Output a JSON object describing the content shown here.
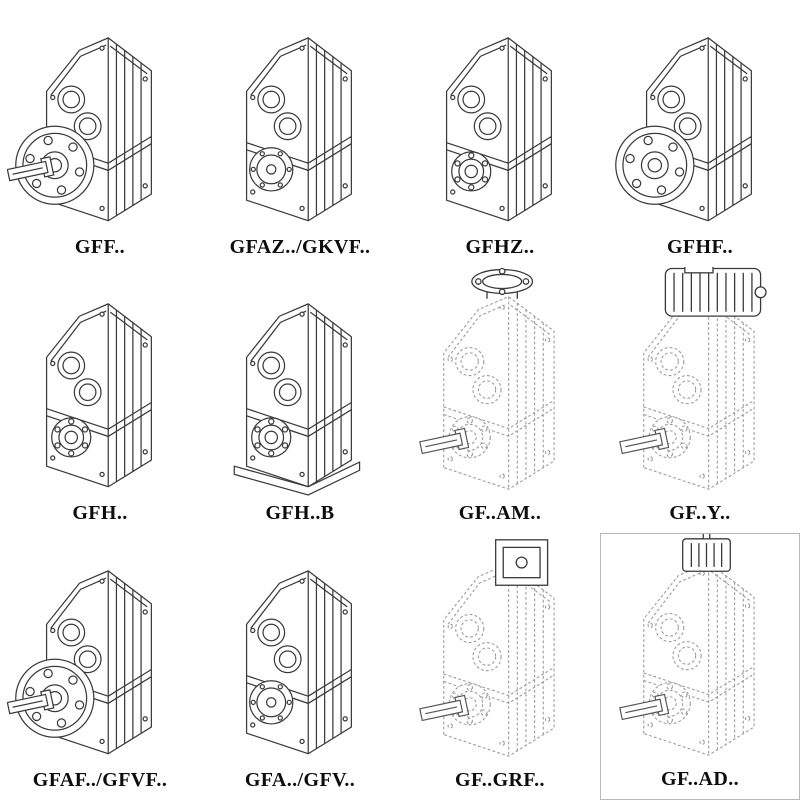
{
  "page": {
    "background": "#ffffff",
    "ink_color": "#3a3a3a",
    "dashed_ink_color": "#9b9b9b",
    "label_color": "#0d0d0d"
  },
  "catalog": {
    "items": [
      {
        "label": "GFF..",
        "drawing": "flange-output-shaft-gearbox",
        "line_style": "solid"
      },
      {
        "label": "GFAZ../GKVF..",
        "drawing": "round-cover-gearbox",
        "line_style": "solid"
      },
      {
        "label": "GFHZ..",
        "drawing": "hollow-shaft-gearbox",
        "line_style": "solid"
      },
      {
        "label": "GFHF..",
        "drawing": "flange-hollow-shaft-gearbox",
        "line_style": "solid"
      },
      {
        "label": "GFH..",
        "drawing": "hollow-shaft-gearbox",
        "line_style": "solid"
      },
      {
        "label": "GFH..B",
        "drawing": "hollow-shaft-foot-gearbox",
        "line_style": "solid"
      },
      {
        "label": "GF..AM..",
        "drawing": "motor-adapter-gearbox",
        "line_style": "dashed"
      },
      {
        "label": "GF..Y..",
        "drawing": "motor-mounted-gearbox",
        "line_style": "dashed"
      },
      {
        "label": "GFAF../GFVF..",
        "drawing": "flange-output-shaft-gearbox",
        "line_style": "solid"
      },
      {
        "label": "GFA../GFV..",
        "drawing": "round-cover-gearbox",
        "line_style": "solid"
      },
      {
        "label": "GF..GRF..",
        "drawing": "cover-adapter-gearbox",
        "line_style": "dashed"
      },
      {
        "label": "GF..AD..",
        "drawing": "input-adapter-gearbox",
        "line_style": "dashed"
      }
    ]
  }
}
